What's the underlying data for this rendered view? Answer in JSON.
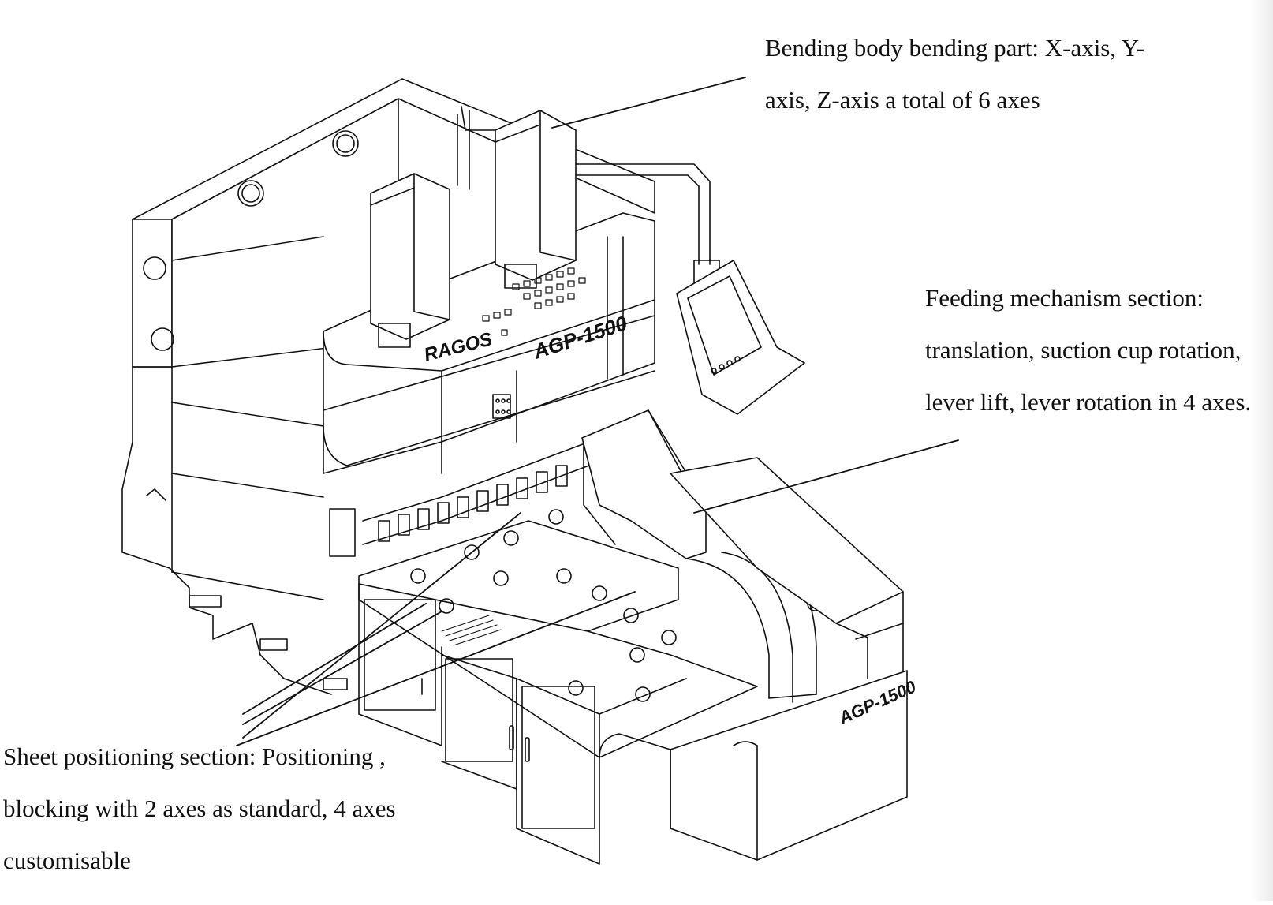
{
  "callouts": {
    "bending": {
      "line1": "Bending body bending part: X-axis, Y-",
      "line2": "axis, Z-axis a total of 6 axes"
    },
    "feeding": {
      "line1": "Feeding mechanism section:",
      "line2": "translation, suction cup rotation,",
      "line3": "lever lift, lever rotation in 4 axes."
    },
    "sheet": {
      "line1": "Sheet positioning section: Positioning ,",
      "line2": "blocking with 2 axes as standard, 4 axes",
      "line3": "customisable"
    }
  },
  "machine": {
    "brand": "RAGOS",
    "model_front": "AGP-1500",
    "model_base": "AGP-1500"
  },
  "colors": {
    "line": "#111111",
    "background": "#ffffff"
  }
}
